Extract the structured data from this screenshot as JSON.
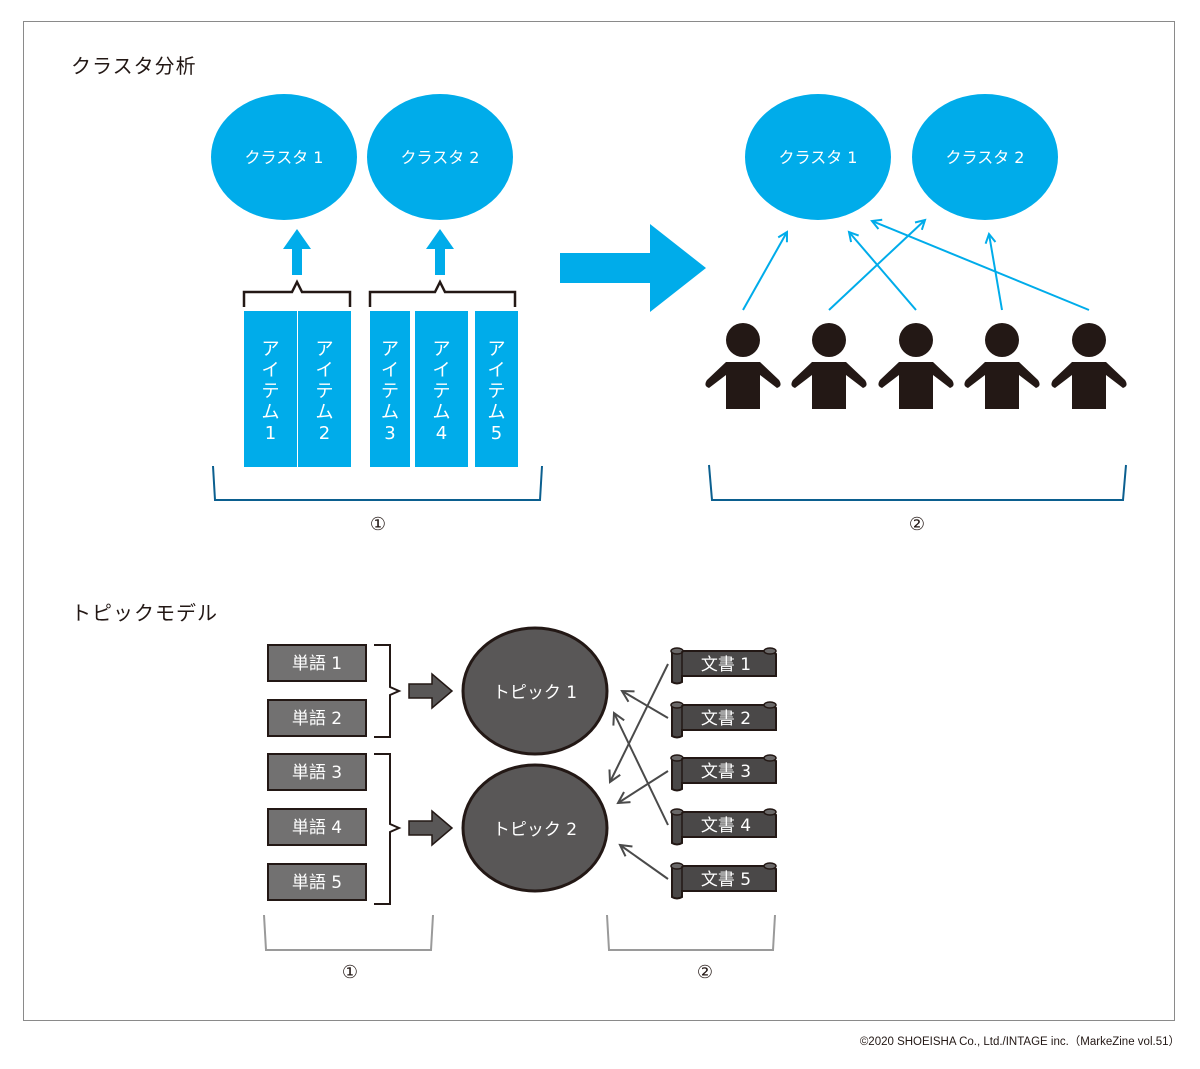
{
  "colors": {
    "accent_blue": "#00acea",
    "bracket_blue": "#0b5f8f",
    "person_black": "#231815",
    "topic_fill": "#595757",
    "word_fill": "#727171",
    "doc_fill": "#4a4848",
    "gray_bracket": "#9a9a9a",
    "arrow_gray": "#4a4a4a"
  },
  "cluster_section": {
    "title": "クラスタ分析",
    "left": {
      "clusters": [
        {
          "label": "クラスタ 1"
        },
        {
          "label": "クラスタ 2"
        }
      ],
      "items": [
        {
          "label": "アイテム1",
          "cluster": 1
        },
        {
          "label": "アイテム2",
          "cluster": 1
        },
        {
          "label": "アイテム3",
          "cluster": 2
        },
        {
          "label": "アイテム4",
          "cluster": 2
        },
        {
          "label": "アイテム5",
          "cluster": 2
        }
      ],
      "marker": "①"
    },
    "right": {
      "clusters": [
        {
          "label": "クラスタ 1"
        },
        {
          "label": "クラスタ 2"
        }
      ],
      "people_count": 5,
      "assignments": [
        {
          "person": 1,
          "cluster": 1
        },
        {
          "person": 2,
          "cluster": 2
        },
        {
          "person": 3,
          "cluster": 1
        },
        {
          "person": 4,
          "cluster": 2
        },
        {
          "person": 5,
          "cluster": 1
        }
      ],
      "marker": "②"
    }
  },
  "topic_section": {
    "title": "トピックモデル",
    "words": [
      {
        "label": "単語 1",
        "topic": 1
      },
      {
        "label": "単語 2",
        "topic": 1
      },
      {
        "label": "単語 3",
        "topic": 2
      },
      {
        "label": "単語 4",
        "topic": 2
      },
      {
        "label": "単語 5",
        "topic": 2
      }
    ],
    "topics": [
      {
        "label": "トピック 1"
      },
      {
        "label": "トピック 2"
      }
    ],
    "documents": [
      {
        "label": "文書 1",
        "topic": 2
      },
      {
        "label": "文書 2",
        "topic": 1
      },
      {
        "label": "文書 3",
        "topic": 2
      },
      {
        "label": "文書 4",
        "topic": 1
      },
      {
        "label": "文書 5",
        "topic": 2
      }
    ],
    "marker_left": "①",
    "marker_right": "②"
  },
  "footer": "©2020 SHOEISHA Co., Ltd./INTAGE inc.（MarkeZine vol.51）"
}
